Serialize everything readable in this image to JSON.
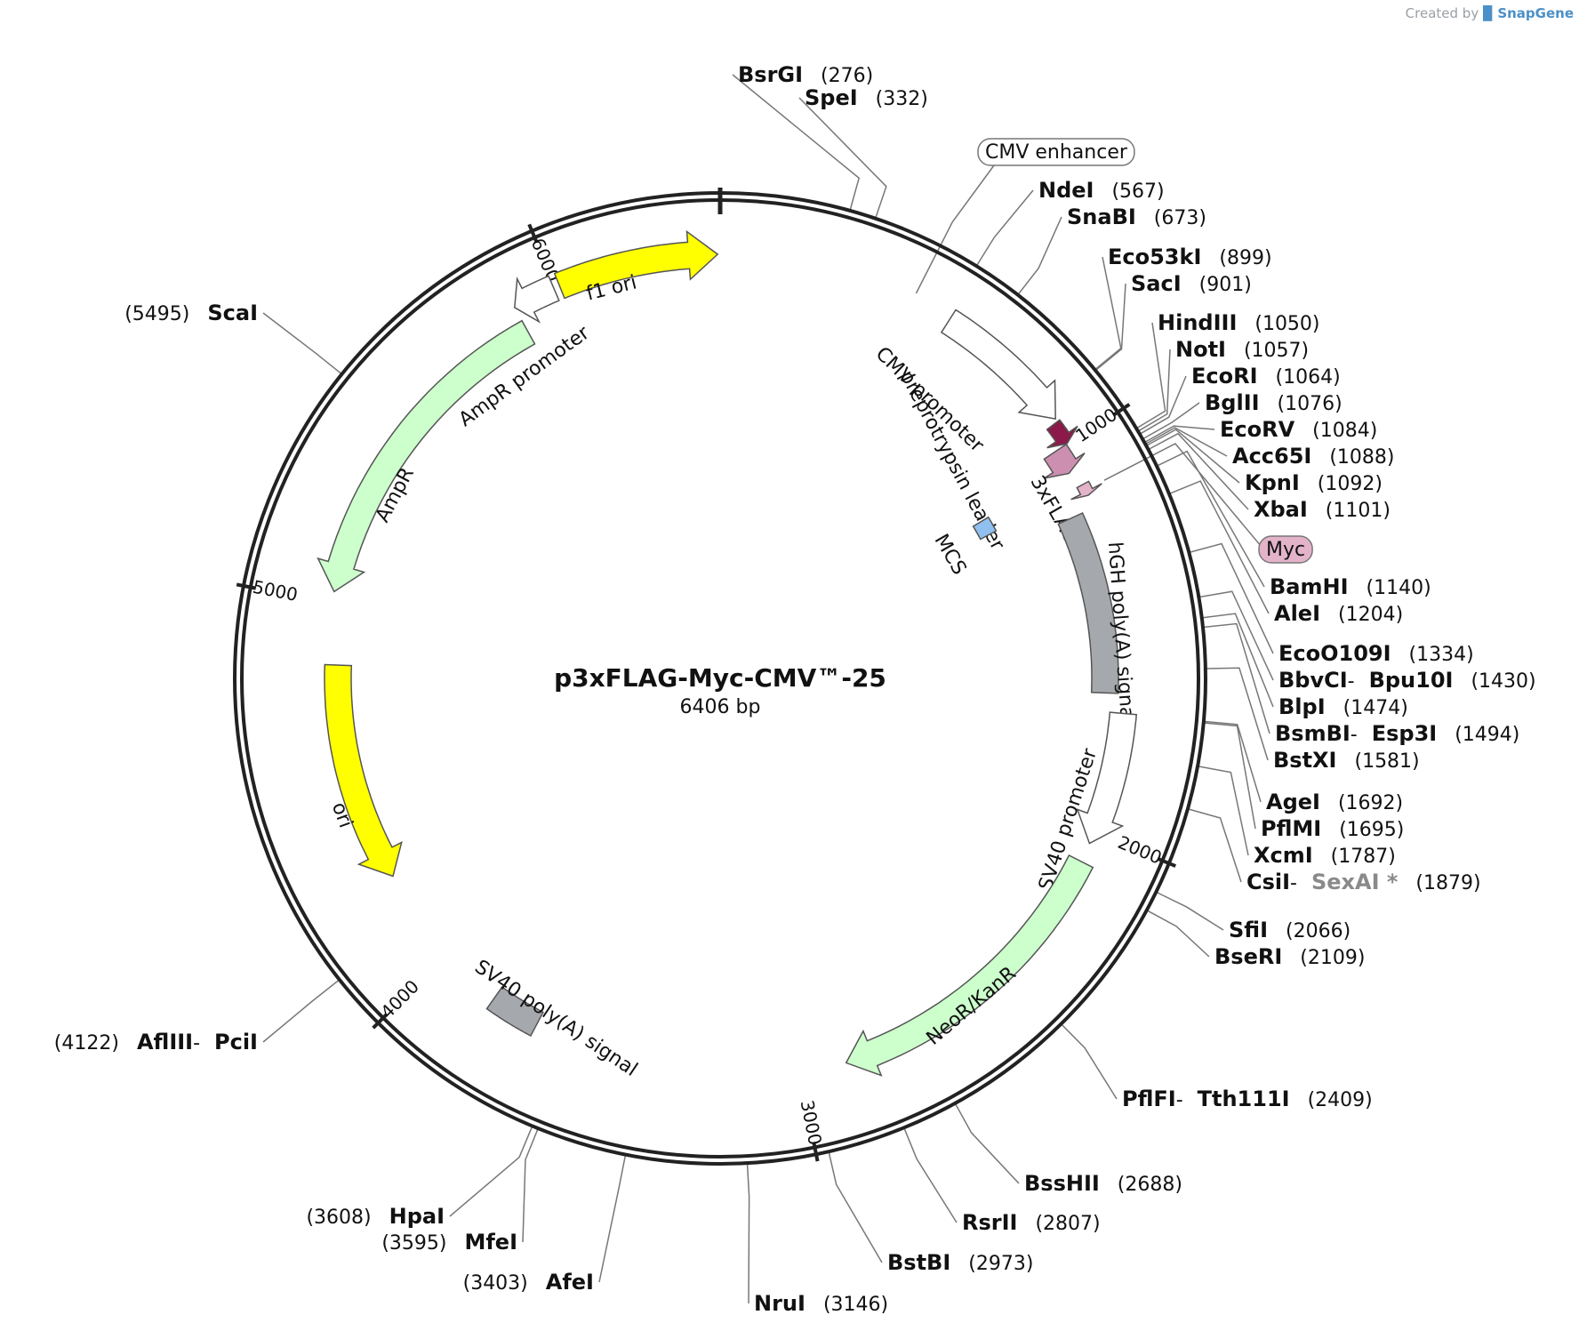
{
  "credit": {
    "prefix": "Created by",
    "brand": "SnapGene"
  },
  "plasmid": {
    "name": "p3xFLAG-Myc-CMV™-25",
    "size_label": "6406 bp",
    "length_bp": 6406
  },
  "ticks": [
    {
      "bp": 1000,
      "label": "1000"
    },
    {
      "bp": 2000,
      "label": "2000"
    },
    {
      "bp": 3000,
      "label": "3000"
    },
    {
      "bp": 4000,
      "label": "4000"
    },
    {
      "bp": 5000,
      "label": "5000"
    },
    {
      "bp": 6000,
      "label": "6000"
    }
  ],
  "features": [
    {
      "id": "cmv-enhancer",
      "label": "CMV enhancer",
      "boxed": true,
      "bp": 480,
      "color": "#ffffff"
    },
    {
      "id": "cmv-promoter",
      "label": "CMV promoter",
      "start": 580,
      "end": 930,
      "direction": 1,
      "color": "#ffffff"
    },
    {
      "id": "preprotrypsin-leader",
      "label": "preprotrypsin leader",
      "start": 938,
      "end": 995,
      "direction": 1,
      "color": "#8b1a4a"
    },
    {
      "id": "3xflag",
      "label": "3xFLAG",
      "start": 995,
      "end": 1060,
      "direction": 1,
      "color": "#cc8fb0"
    },
    {
      "id": "mcs",
      "label": "MCS",
      "start": 1050,
      "end": 1101,
      "direction": 0,
      "color": "#8fc0f0"
    },
    {
      "id": "myc",
      "label": "Myc",
      "boxed": true,
      "start": 1101,
      "end": 1131,
      "direction": 1,
      "color": "#e3b3c9"
    },
    {
      "id": "hgh-polya",
      "label": "hGH poly(A) signal",
      "start": 1165,
      "end": 1640,
      "direction": 0,
      "color": "#a5a8ad"
    },
    {
      "id": "sv40-promoter",
      "label": "SV40 promoter",
      "start": 1690,
      "end": 2030,
      "direction": 1,
      "color": "#ffffff"
    },
    {
      "id": "neor-kanr",
      "label": "NeoR/KanR",
      "start": 2080,
      "end": 2880,
      "direction": 1,
      "color": "#ccffcc"
    },
    {
      "id": "sv40-polya",
      "label": "SV40 poly(A) signal",
      "start": 3700,
      "end": 3830,
      "direction": 0,
      "color": "#a5a8ad"
    },
    {
      "id": "ori",
      "label": "ori",
      "start": 4250,
      "end": 4840,
      "direction": -1,
      "color": "#ffff00"
    },
    {
      "id": "ampr",
      "label": "AmpR",
      "start": 5030,
      "end": 5890,
      "direction": -1,
      "color": "#ccffcc"
    },
    {
      "id": "ampr-promoter",
      "label": "AmpR promoter",
      "start": 5890,
      "end": 5995,
      "direction": -1,
      "color": "#ffffff"
    },
    {
      "id": "f1-ori",
      "label": "f1 ori",
      "start": 6010,
      "end": 6400,
      "direction": 1,
      "color": "#ffff00"
    }
  ],
  "sites": [
    {
      "name": "BsrGI",
      "pos": "(276)",
      "bp": 276
    },
    {
      "name": "SpeI",
      "pos": "(332)",
      "bp": 332
    },
    {
      "name": "NdeI",
      "pos": "(567)",
      "bp": 567
    },
    {
      "name": "SnaBI",
      "pos": "(673)",
      "bp": 673
    },
    {
      "name": "Eco53kI",
      "pos": "(899)",
      "bp": 899
    },
    {
      "name": "SacI",
      "pos": "(901)",
      "bp": 901
    },
    {
      "name": "HindIII",
      "pos": "(1050)",
      "bp": 1050
    },
    {
      "name": "NotI",
      "pos": "(1057)",
      "bp": 1057
    },
    {
      "name": "EcoRI",
      "pos": "(1064)",
      "bp": 1064
    },
    {
      "name": "BglII",
      "pos": "(1076)",
      "bp": 1076
    },
    {
      "name": "EcoRV",
      "pos": "(1084)",
      "bp": 1084
    },
    {
      "name": "Acc65I",
      "pos": "(1088)",
      "bp": 1088
    },
    {
      "name": "KpnI",
      "pos": "(1092)",
      "bp": 1092
    },
    {
      "name": "XbaI",
      "pos": "(1101)",
      "bp": 1101
    },
    {
      "name": "BamHI",
      "pos": "(1140)",
      "bp": 1140
    },
    {
      "name": "AleI",
      "pos": "(1204)",
      "bp": 1204
    },
    {
      "name": "EcoO109I",
      "pos": "(1334)",
      "bp": 1334
    },
    {
      "name": "BbvCI",
      "alt": "Bpu10I",
      "pos": "(1430)",
      "bp": 1430
    },
    {
      "name": "BlpI",
      "pos": "(1474)",
      "bp": 1474
    },
    {
      "name": "BsmBI",
      "alt": "Esp3I",
      "pos": "(1494)",
      "bp": 1494
    },
    {
      "name": "BstXI",
      "pos": "(1581)",
      "bp": 1581
    },
    {
      "name": "AgeI",
      "pos": "(1692)",
      "bp": 1692
    },
    {
      "name": "PflMI",
      "pos": "(1695)",
      "bp": 1695
    },
    {
      "name": "XcmI",
      "pos": "(1787)",
      "bp": 1787
    },
    {
      "name": "CsiI",
      "alt": "SexAI *",
      "alt_muted": true,
      "pos": "(1879)",
      "bp": 1879
    },
    {
      "name": "SfiI",
      "pos": "(2066)",
      "bp": 2066
    },
    {
      "name": "BseRI",
      "pos": "(2109)",
      "bp": 2109
    },
    {
      "name": "PflFI",
      "alt": "Tth111I",
      "pos": "(2409)",
      "bp": 2409
    },
    {
      "name": "BssHII",
      "pos": "(2688)",
      "bp": 2688
    },
    {
      "name": "RsrII",
      "pos": "(2807)",
      "bp": 2807
    },
    {
      "name": "BstBI",
      "pos": "(2973)",
      "bp": 2973
    },
    {
      "name": "NruI",
      "pos": "(3146)",
      "bp": 3146
    },
    {
      "name": "AfeI",
      "pos": "(3403)",
      "bp": 3403
    },
    {
      "name": "MfeI",
      "pos": "(3595)",
      "bp": 3595
    },
    {
      "name": "HpaI",
      "pos": "(3608)",
      "bp": 3608
    },
    {
      "name": "AflIII",
      "alt": "PciI",
      "pos": "(4122)",
      "bp": 4122
    },
    {
      "name": "ScaI",
      "pos": "(5495)",
      "bp": 5495
    }
  ]
}
